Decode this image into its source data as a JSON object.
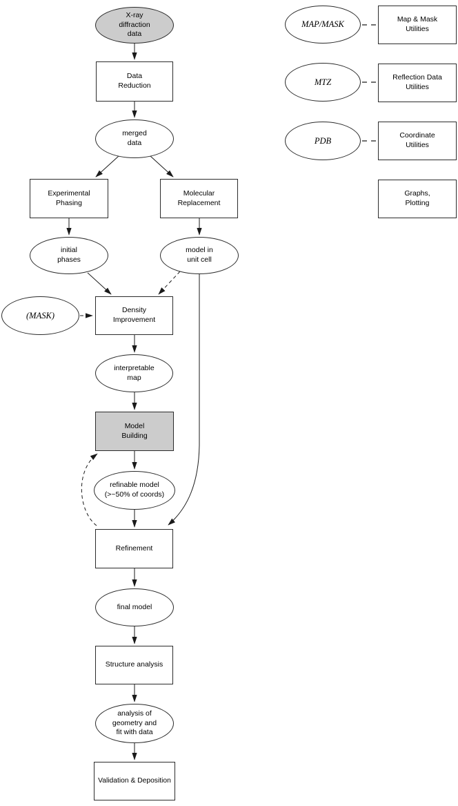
{
  "flowchart": {
    "nodes": {
      "xray_data": {
        "label": "X-ray\ndiffraction\ndata",
        "shape": "ellipse",
        "shaded": true
      },
      "data_reduction": {
        "label": "Data\nReduction",
        "shape": "box"
      },
      "merged_data": {
        "label": "merged\ndata",
        "shape": "ellipse"
      },
      "experimental_phasing": {
        "label": "Experimental\nPhasing",
        "shape": "box"
      },
      "molecular_replacement": {
        "label": "Molecular\nReplacement",
        "shape": "box"
      },
      "initial_phases": {
        "label": "initial\nphases",
        "shape": "ellipse"
      },
      "model_in_unit_cell": {
        "label": "model in\nunit cell",
        "shape": "ellipse"
      },
      "mask": {
        "label": "(MASK)",
        "shape": "ellipse"
      },
      "density_improvement": {
        "label": "Density\nImprovement",
        "shape": "box"
      },
      "interpretable_map": {
        "label": "interpretable\nmap",
        "shape": "ellipse"
      },
      "model_building": {
        "label": "Model\nBuilding",
        "shape": "box",
        "shaded": true
      },
      "refinable_model": {
        "label": "refinable model\n(>~50% of coords)",
        "shape": "ellipse"
      },
      "refinement": {
        "label": "Refinement",
        "shape": "box"
      },
      "final_model": {
        "label": "final model",
        "shape": "ellipse"
      },
      "structure_analysis": {
        "label": "Structure analysis",
        "shape": "box"
      },
      "analysis_geometry": {
        "label": "analysis of\ngeometry and\nfit with data",
        "shape": "ellipse"
      },
      "validation_deposition": {
        "label": "Validation & Deposition",
        "shape": "box"
      }
    }
  },
  "legend": {
    "map_mask": {
      "file_label": "MAP/MASK",
      "box_label": "Map & Mask\nUtilities"
    },
    "mtz": {
      "file_label": "MTZ",
      "box_label": "Reflection Data\nUtilities"
    },
    "pdb": {
      "file_label": "PDB",
      "box_label": "Coordinate\nUtilities"
    },
    "graphs": {
      "box_label": "Graphs,\nPlotting"
    }
  },
  "colors": {
    "background": "#ffffff",
    "node_fill": "#ffffff",
    "shaded_fill": "#cccccc",
    "border": "#2a2a2a",
    "line": "#1a1a1a"
  }
}
